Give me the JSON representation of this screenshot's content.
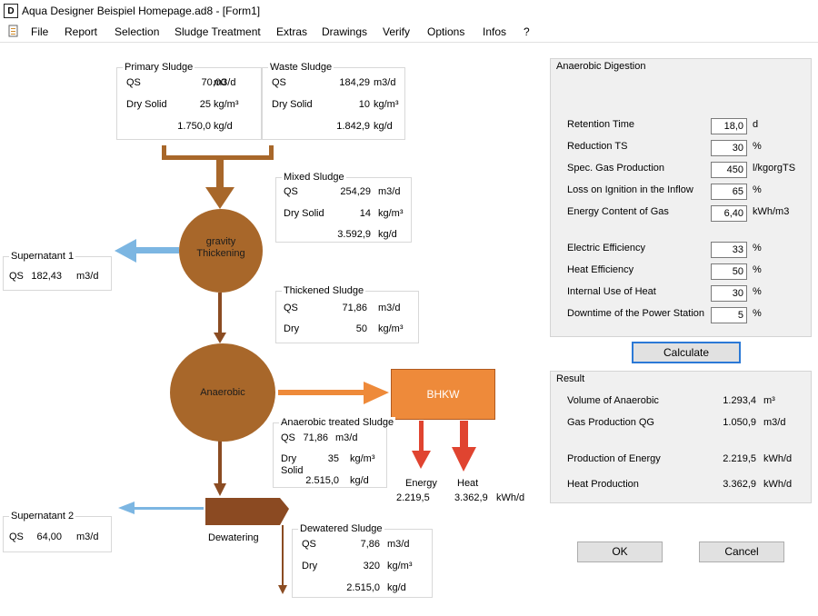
{
  "window": {
    "title": "Aqua Designer Beispiel Homepage.ad8 - [Form1]",
    "app_icon": "D"
  },
  "menu": [
    "File",
    "Report",
    "Selection",
    "Sludge Treatment",
    "Extras",
    "Drawings",
    "Verify",
    "Options",
    "Infos",
    "?"
  ],
  "primary_sludge": {
    "title": "Primary Sludge",
    "qs_label": "QS",
    "qs_value": "70,00",
    "qs_unit": "m3/d",
    "ds_label": "Dry Solid",
    "ds_value": "25",
    "ds_unit": "kg/m³",
    "load_value": "1.750,0",
    "load_unit": "kg/d"
  },
  "waste_sludge": {
    "title": "Waste Sludge",
    "qs_label": "QS",
    "qs_value": "184,29",
    "qs_unit": "m3/d",
    "ds_label": "Dry Solid",
    "ds_value": "10",
    "ds_unit": "kg/m³",
    "load_value": "1.842,9",
    "load_unit": "kg/d"
  },
  "mixed_sludge": {
    "title": "Mixed Sludge",
    "qs_label": "QS",
    "qs_value": "254,29",
    "qs_unit": "m3/d",
    "ds_label": "Dry Solid",
    "ds_value": "14",
    "ds_unit": "kg/m³",
    "load_value": "3.592,9",
    "load_unit": "kg/d"
  },
  "gravity": {
    "line1": "gravity",
    "line2": "Thickening"
  },
  "supernatant1": {
    "title": "Supernatant 1",
    "qs_label": "QS",
    "qs_value": "182,43",
    "qs_unit": "m3/d"
  },
  "thickened_sludge": {
    "title": "Thickened Sludge",
    "qs_label": "QS",
    "qs_value": "71,86",
    "qs_unit": "m3/d",
    "dry_label": "Dry",
    "dry_value": "50",
    "dry_unit": "kg/m³"
  },
  "anaerobic_label": "Anaerobic",
  "bhkw_label": "BHKW",
  "anaerobic_treated": {
    "title": "Anaerobic treated Sludge",
    "qs_label": "QS",
    "qs_value": "71,86",
    "qs_unit": "m3/d",
    "dry_label1": "Dry",
    "dry_label2": "Solid",
    "dry_value": "35",
    "dry_unit": "kg/m³",
    "load_value": "2.515,0",
    "load_unit": "kg/d"
  },
  "energy": {
    "label": "Energy",
    "value": "2.219,5"
  },
  "heat": {
    "label": "Heat",
    "value": "3.362,9",
    "unit": "kWh/d"
  },
  "supernatant2": {
    "title": "Supernatant 2",
    "qs_label": "QS",
    "qs_value": "64,00",
    "qs_unit": "m3/d"
  },
  "dewatering_label": "Dewatering",
  "dewatered_sludge": {
    "title": "Dewatered Sludge",
    "qs_label": "QS",
    "qs_value": "7,86",
    "qs_unit": "m3/d",
    "dry_label": "Dry",
    "dry_value": "320",
    "dry_unit": "kg/m³",
    "load_value": "2.515,0",
    "load_unit": "kg/d"
  },
  "digestion_panel": {
    "title": "Anaerobic Digestion",
    "rows": [
      {
        "label": "Retention Time",
        "value": "18,0",
        "unit": "d"
      },
      {
        "label": "Reduction TS",
        "value": "30",
        "unit": "%"
      },
      {
        "label": "Spec. Gas Production",
        "value": "450",
        "unit": "l/kgorgTS"
      },
      {
        "label": "Loss on Ignition in the Inflow",
        "value": "65",
        "unit": "%"
      },
      {
        "label": "Energy Content of Gas",
        "value": "6,40",
        "unit": "kWh/m3"
      },
      {
        "label": "Electric Efficiency",
        "value": "33",
        "unit": "%"
      },
      {
        "label": "Heat Efficiency",
        "value": "50",
        "unit": "%"
      },
      {
        "label": "Internal Use of Heat",
        "value": "30",
        "unit": "%"
      },
      {
        "label": "Downtime of the Power Station",
        "value": "5",
        "unit": "%"
      }
    ],
    "calculate_label": "Calculate"
  },
  "result_panel": {
    "title": "Result",
    "rows": [
      {
        "label": "Volume of Anaerobic",
        "value": "1.293,4",
        "unit": "m³"
      },
      {
        "label": "Gas Production QG",
        "value": "1.050,9",
        "unit": "m3/d"
      },
      {
        "label": "Production of Energy",
        "value": "2.219,5",
        "unit": "kWh/d"
      },
      {
        "label": "Heat Production",
        "value": "3.362,9",
        "unit": "kWh/d"
      }
    ]
  },
  "ok_label": "OK",
  "cancel_label": "Cancel",
  "colors": {
    "sludge_brown": "#a8672a",
    "arrow_brown": "#8b4c22",
    "arrow_orange": "#ee8a3a",
    "arrow_blue": "#7cb6e2",
    "arrow_red": "#e04430",
    "bhkw": "#ee8a3a"
  }
}
